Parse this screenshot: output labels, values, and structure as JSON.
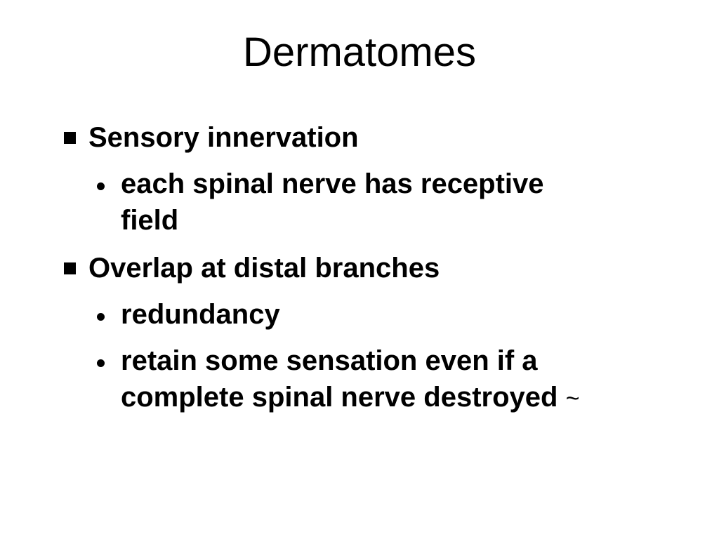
{
  "slide": {
    "title": "Dermatomes",
    "bullets": [
      {
        "text": "Sensory innervation",
        "subs": [
          {
            "line1": "each spinal nerve has receptive",
            "line2": "field"
          }
        ]
      },
      {
        "text": "Overlap at distal branches",
        "subs": [
          {
            "line1": "redundancy"
          },
          {
            "line1": "retain some sensation even if a",
            "line2": "complete spinal nerve destroyed",
            "suffix": "~"
          }
        ]
      }
    ]
  }
}
